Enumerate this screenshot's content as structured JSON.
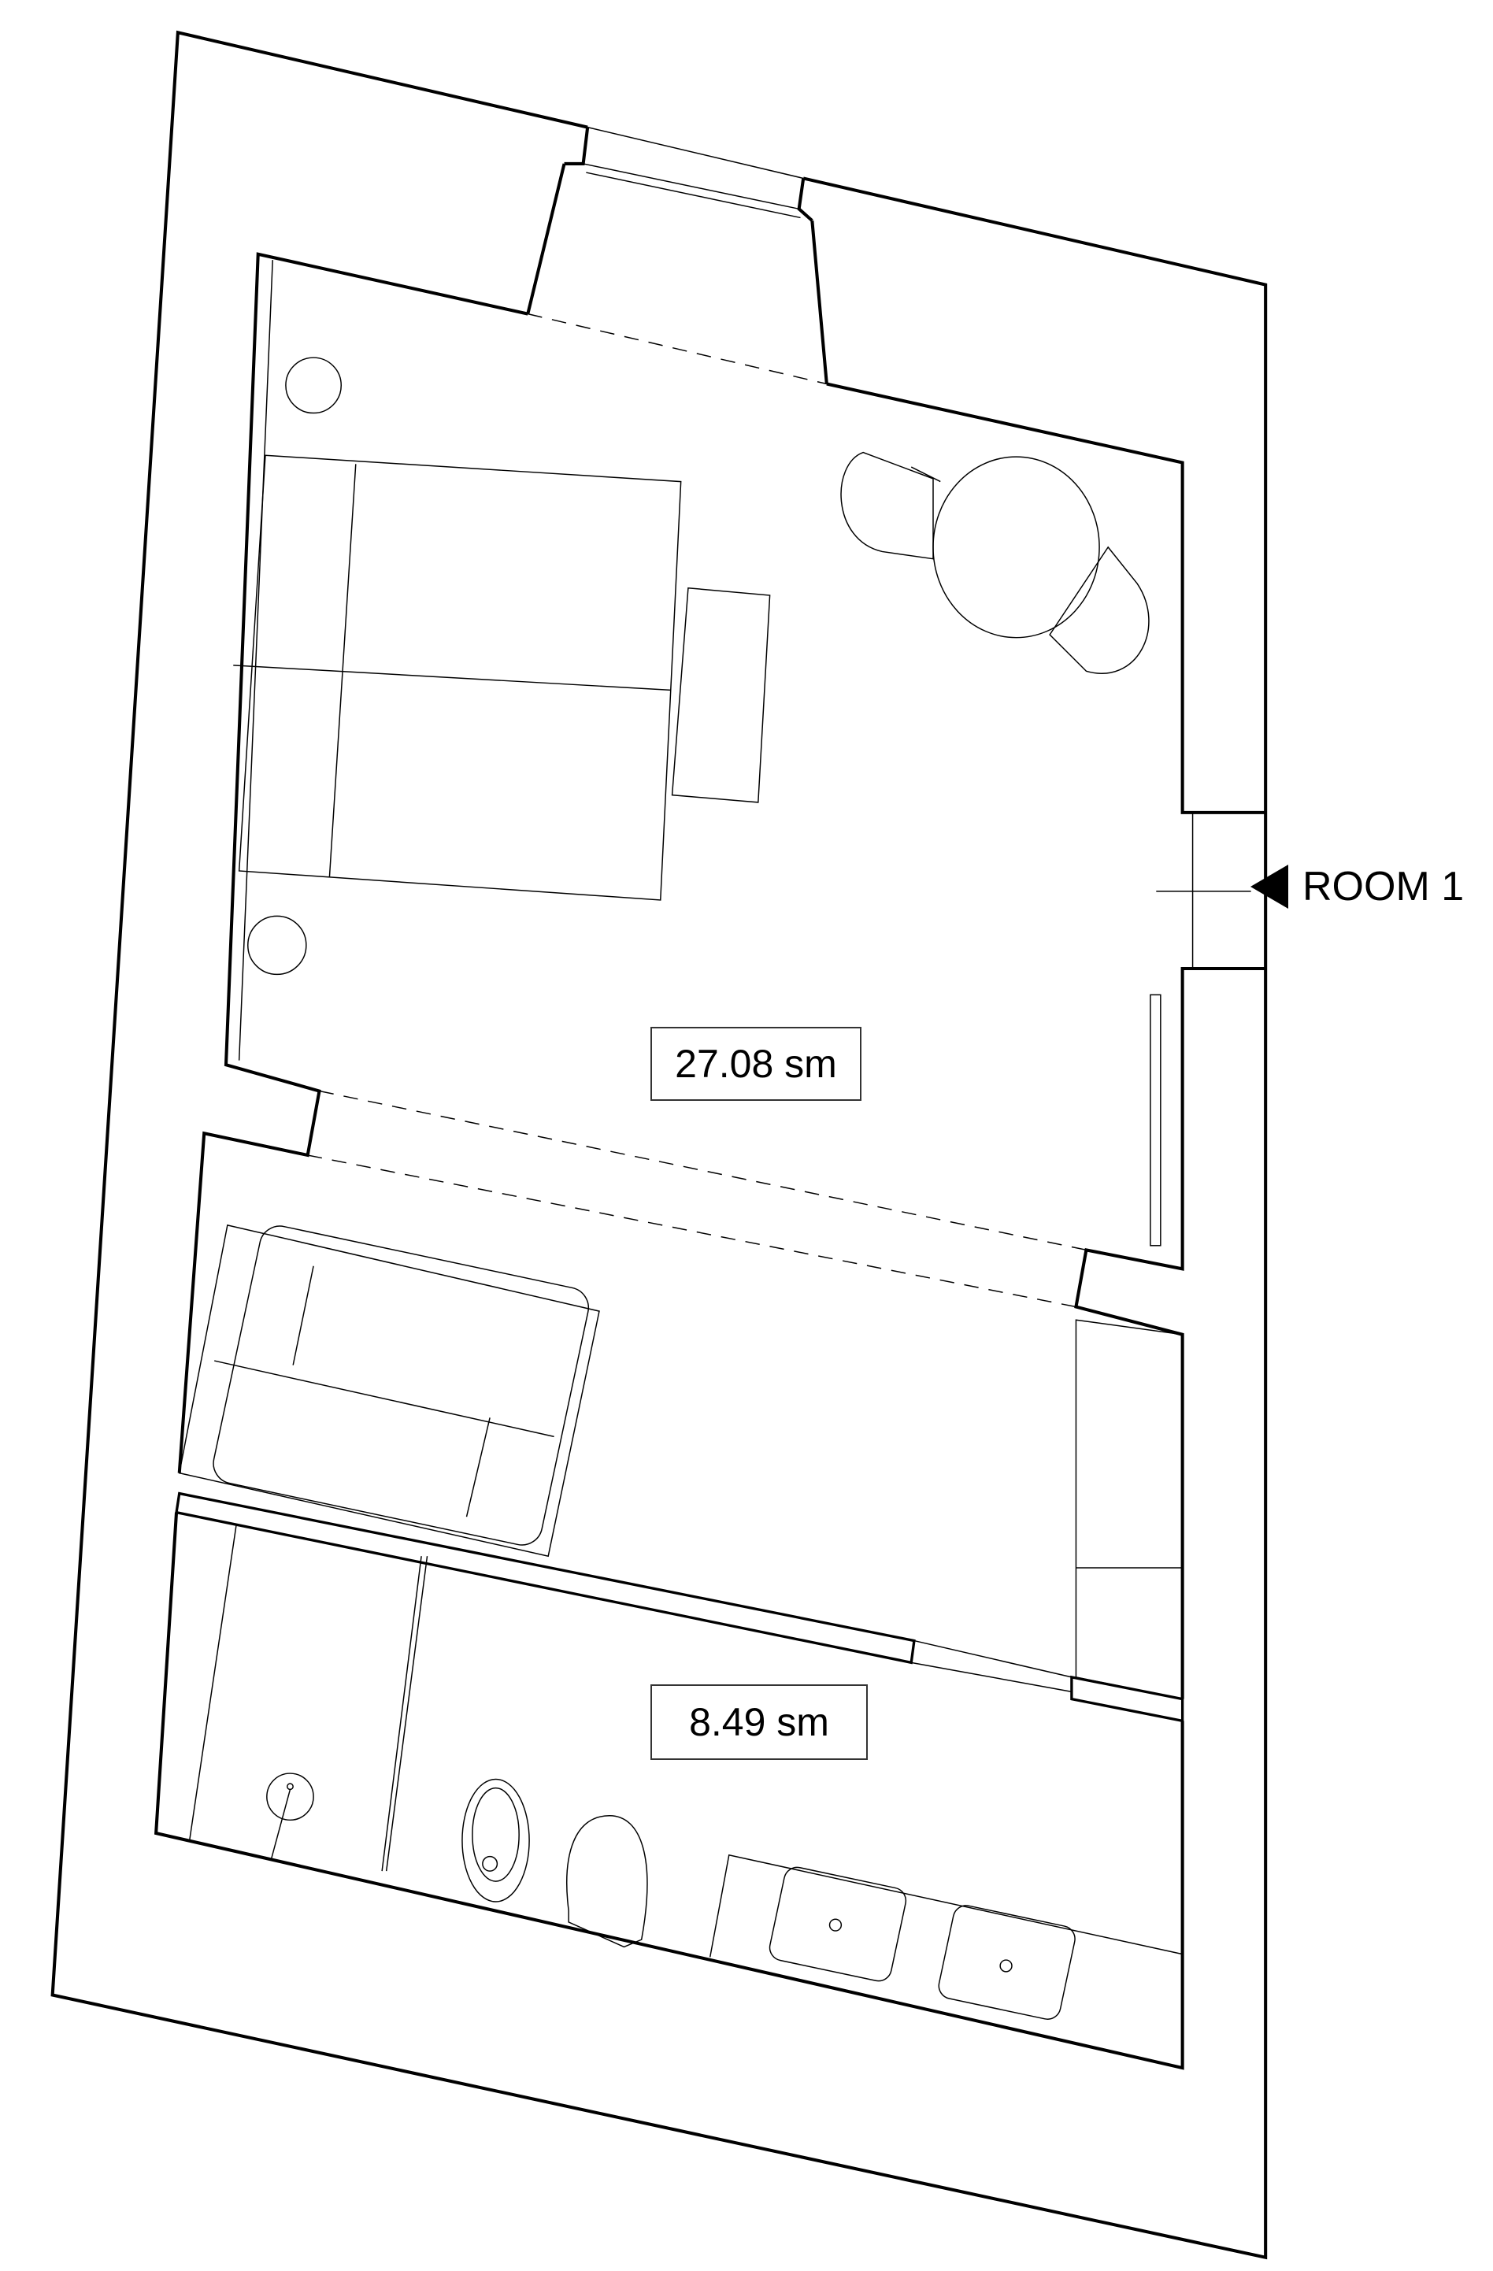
{
  "plan": {
    "entrance_label": "ROOM 1",
    "entrance_icon": "triangle-arrow-left-icon",
    "rooms": [
      {
        "name": "bedroom",
        "area_label": "27.08 sm"
      },
      {
        "name": "bathroom",
        "area_label": "8.49 sm"
      }
    ],
    "furniture": [
      "double-bed",
      "nightstand-left-top",
      "nightstand-left-bottom",
      "bench",
      "round-table",
      "chair-1",
      "chair-2",
      "sofa",
      "wardrobe",
      "shower",
      "bidet",
      "toilet",
      "double-vanity"
    ]
  }
}
